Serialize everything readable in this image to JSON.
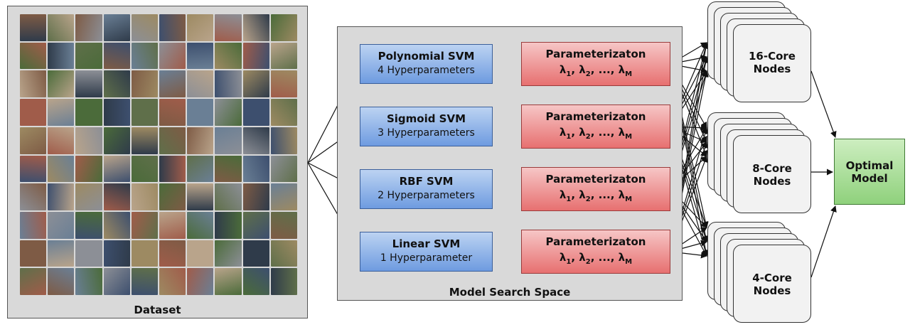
{
  "dataset": {
    "label": "Dataset",
    "palette": [
      "#2f3b4a",
      "#6a7f95",
      "#9d8a62",
      "#4b6b3a",
      "#7e5b45",
      "#3d4f6e",
      "#b9a48b",
      "#5f6f4a",
      "#8c8f96",
      "#a05c4a"
    ]
  },
  "search_space": {
    "label": "Model Search Space"
  },
  "models": [
    {
      "name": "Polynomial SVM",
      "hyper": "4 Hyperparameters"
    },
    {
      "name": "Sigmoid SVM",
      "hyper": "3 Hyperparameters"
    },
    {
      "name": "RBF SVM",
      "hyper": "2 Hyperparameters"
    },
    {
      "name": "Linear SVM",
      "hyper": "1 Hyperparameter"
    }
  ],
  "parameterization": {
    "title": "Parameterizaton",
    "symbol": "λ",
    "sub1": "1",
    "sub2": "2",
    "subM": "M",
    "sep": ", ",
    "ellipsis": "...,"
  },
  "nodes": [
    {
      "line1": "16-Core",
      "line2": "Nodes"
    },
    {
      "line1": "8-Core",
      "line2": "Nodes"
    },
    {
      "line1": "4-Core",
      "line2": "Nodes"
    }
  ],
  "optimal": {
    "line1": "Optimal",
    "line2": "Model"
  },
  "colors": {
    "svm_fill": "#6e9be0",
    "param_fill": "#e77070",
    "optimal_fill": "#8fd17c",
    "frame_fill": "#d9d9d9"
  }
}
